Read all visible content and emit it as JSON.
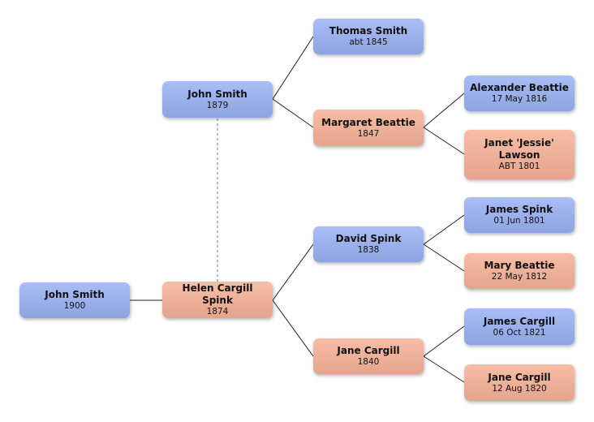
{
  "people": {
    "root": {
      "name": "John Smith",
      "date": "1900"
    },
    "father": {
      "name": "John Smith",
      "date": "1879"
    },
    "mother": {
      "name": "Helen Cargill Spink",
      "date": "1874"
    },
    "pgf": {
      "name": "Thomas Smith",
      "date": "abt 1845"
    },
    "pgm": {
      "name": "Margaret Beattie",
      "date": "1847"
    },
    "mgf": {
      "name": "David Spink",
      "date": "1838"
    },
    "mgm": {
      "name": "Jane Cargill",
      "date": "1840"
    },
    "pgm_f": {
      "name": "Alexander Beattie",
      "date": "17 May 1816"
    },
    "pgm_m": {
      "name": "Janet 'Jessie' Lawson",
      "date": "ABT 1801"
    },
    "mgf_f": {
      "name": "James Spink",
      "date": "01 Jun 1801"
    },
    "mgf_m": {
      "name": "Mary Beattie",
      "date": "22 May 1812"
    },
    "mgm_f": {
      "name": "James Cargill",
      "date": "06 Oct 1821"
    },
    "mgm_m": {
      "name": "Jane Cargill",
      "date": "12 Aug 1820"
    }
  },
  "colors": {
    "male": "#9cb1ec",
    "female": "#eeaf98"
  }
}
